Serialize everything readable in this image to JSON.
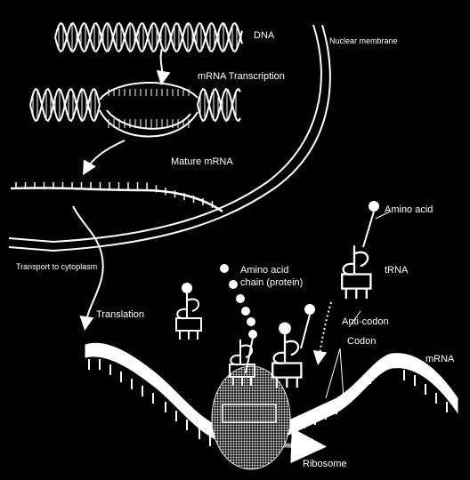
{
  "labels": {
    "dna": "DNA",
    "nuclear_membrane": "Nuclear membrane",
    "mrna_transcription": "mRNA Transcription",
    "mature_mrna": "Mature mRNA",
    "transport": "Transport to cytoplasm",
    "translation": "Translation",
    "amino_acid_chain_line1": "Amino acid",
    "amino_acid_chain_line2": "chain (protein)",
    "amino_acid": "Amino acid",
    "trna": "tRNA",
    "anti_codon": "Anti-codon",
    "codon": "Codon",
    "mrna": "mRNA",
    "ribosome": "Ribosome"
  },
  "colors": {
    "background": "#000000",
    "foreground": "#ffffff",
    "ribosome": "#bfbfbf"
  }
}
